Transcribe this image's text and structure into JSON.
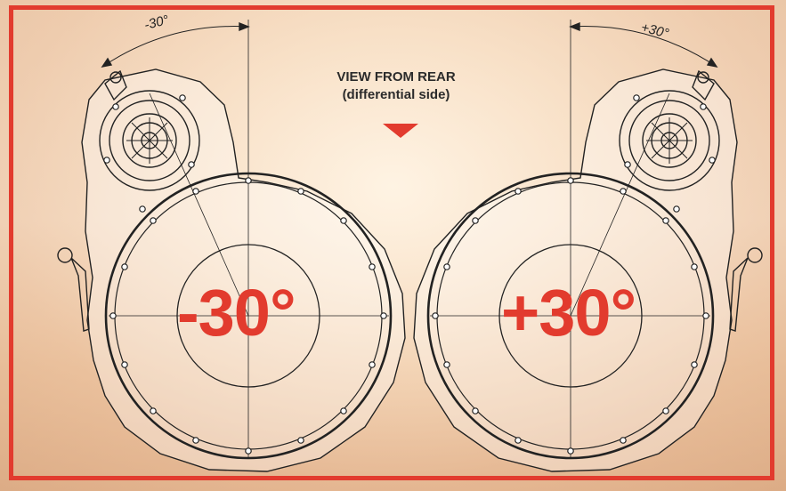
{
  "view_label": {
    "line1": "VIEW FROM REAR",
    "line2": "(differential side)"
  },
  "left_view": {
    "big_angle": "-30°",
    "small_angle": "-30°"
  },
  "right_view": {
    "big_angle": "+30°",
    "small_angle": "+30°"
  },
  "colors": {
    "accent": "#e23b2e",
    "line": "#222222"
  }
}
